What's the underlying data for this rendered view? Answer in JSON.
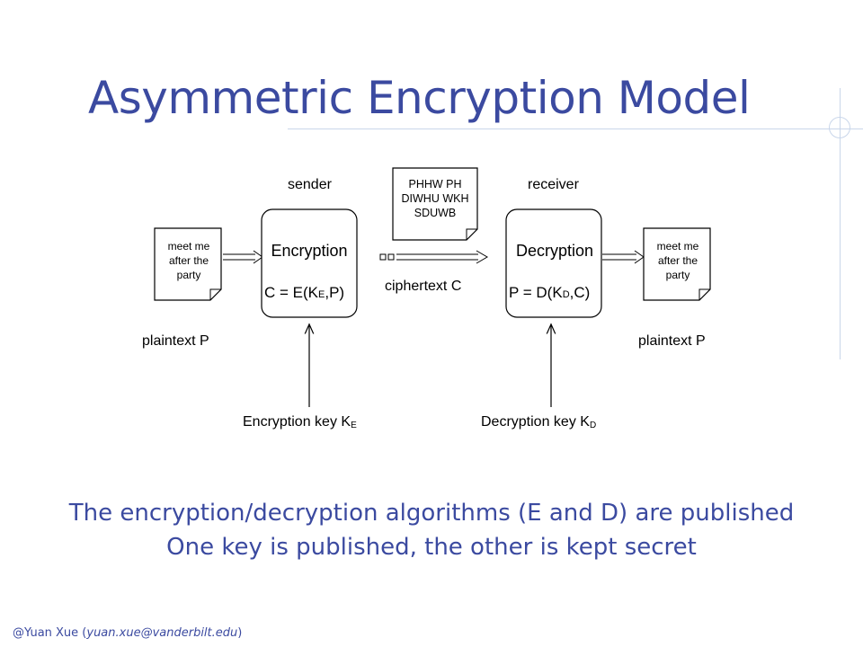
{
  "slide": {
    "title": "Asymmetric Encryption Model",
    "bullets": [
      "The encryption/decryption algorithms (E and D) are published",
      "One key is published, the other is kept secret"
    ],
    "footer": {
      "author": "@Yuan Xue (",
      "email": "yuan.xue@vanderbilt.edu",
      "close": ")"
    }
  },
  "diagram": {
    "sender_label": "sender",
    "receiver_label": "receiver",
    "plaintext_left": [
      "meet me",
      "after the",
      "party"
    ],
    "plaintext_right": [
      "meet me",
      "after the",
      "party"
    ],
    "plaintext_left_label": "plaintext P",
    "plaintext_right_label": "plaintext P",
    "encryption_title": "Encryption",
    "encryption_formula": "C = E(K",
    "encryption_formula_sub": "E",
    "encryption_formula_end": ",P)",
    "decryption_title": "Decryption",
    "decryption_formula": "P = D(K",
    "decryption_formula_sub": "D",
    "decryption_formula_end": ",C)",
    "ciphertext_lines": [
      "PHHW PH",
      "DIWHU WKH",
      "SDUWB"
    ],
    "ciphertext_label": "ciphertext C",
    "encryption_key_label": "Encryption key K",
    "encryption_key_sub": "E",
    "decryption_key_label": "Decryption key K",
    "decryption_key_sub": "D"
  }
}
